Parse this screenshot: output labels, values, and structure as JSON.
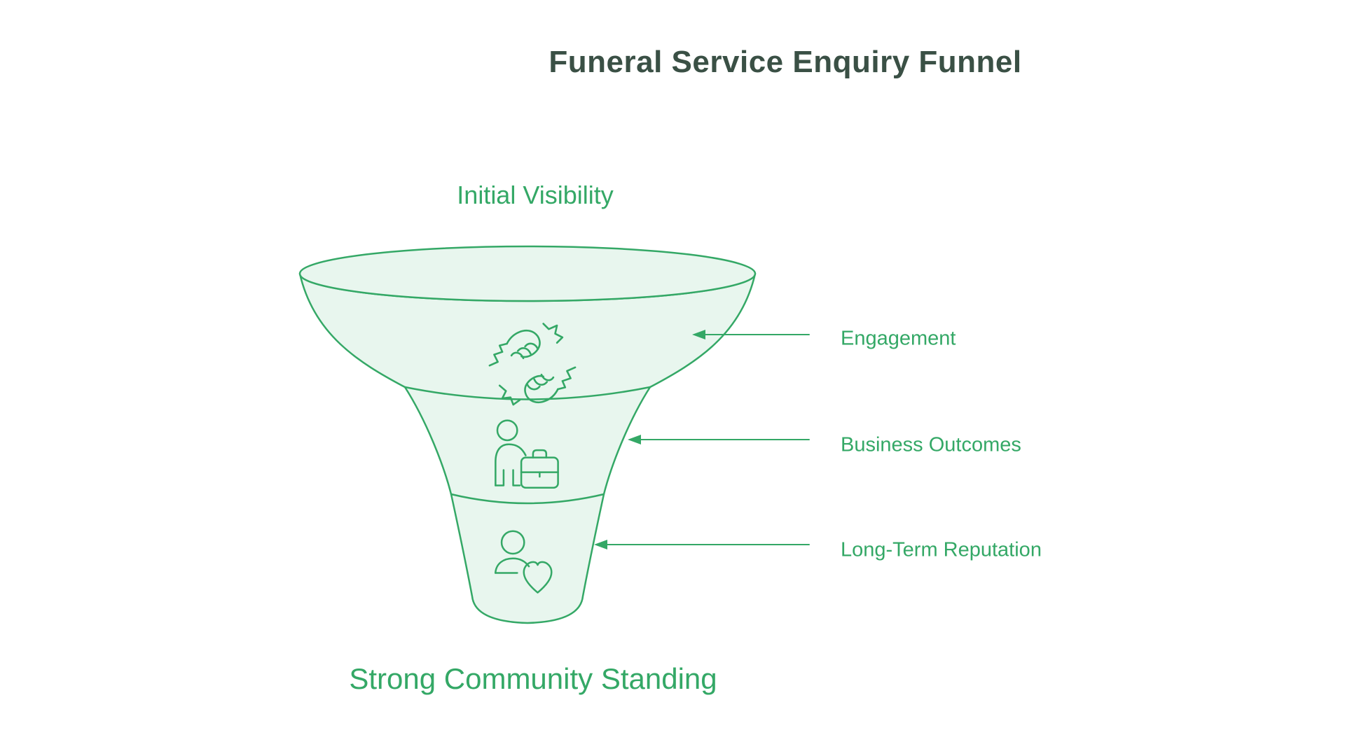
{
  "title": "Funeral Service Enquiry Funnel",
  "funnel": {
    "top_label": "Initial Visibility",
    "bottom_label": "Strong Community Standing",
    "stages": [
      {
        "label": "Engagement",
        "icon": "fist-bump-icon"
      },
      {
        "label": "Business Outcomes",
        "icon": "person-briefcase-icon"
      },
      {
        "label": "Long-Term Reputation",
        "icon": "person-heart-icon"
      }
    ]
  },
  "colors": {
    "accent_green": "#34a866",
    "funnel_fill": "#e8f6ee",
    "title_color": "#3a5045",
    "background": "#ffffff"
  }
}
